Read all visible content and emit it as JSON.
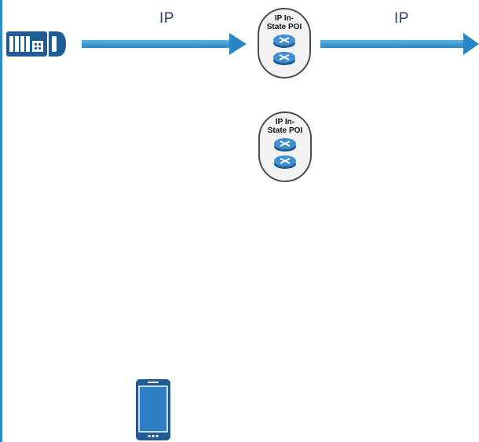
{
  "connections": [
    {
      "label": "IP"
    },
    {
      "label": "IP"
    }
  ],
  "poi_nodes": [
    {
      "title": "IP In-\nState POI",
      "devices": [
        "router-icon",
        "router-icon"
      ]
    },
    {
      "title": "IP In-\nState POI",
      "devices": [
        "router-icon",
        "router-icon"
      ]
    }
  ],
  "endpoints": {
    "left": "pbx-icon",
    "bottom": "smartphone-icon"
  },
  "colors": {
    "arrow": "#3a9ad6",
    "arrow_dark": "#2876b0",
    "label": "#2b3f63",
    "router": "#3f8fd1",
    "device_dark": "#1f5c96",
    "border": "#4b4b4b"
  }
}
